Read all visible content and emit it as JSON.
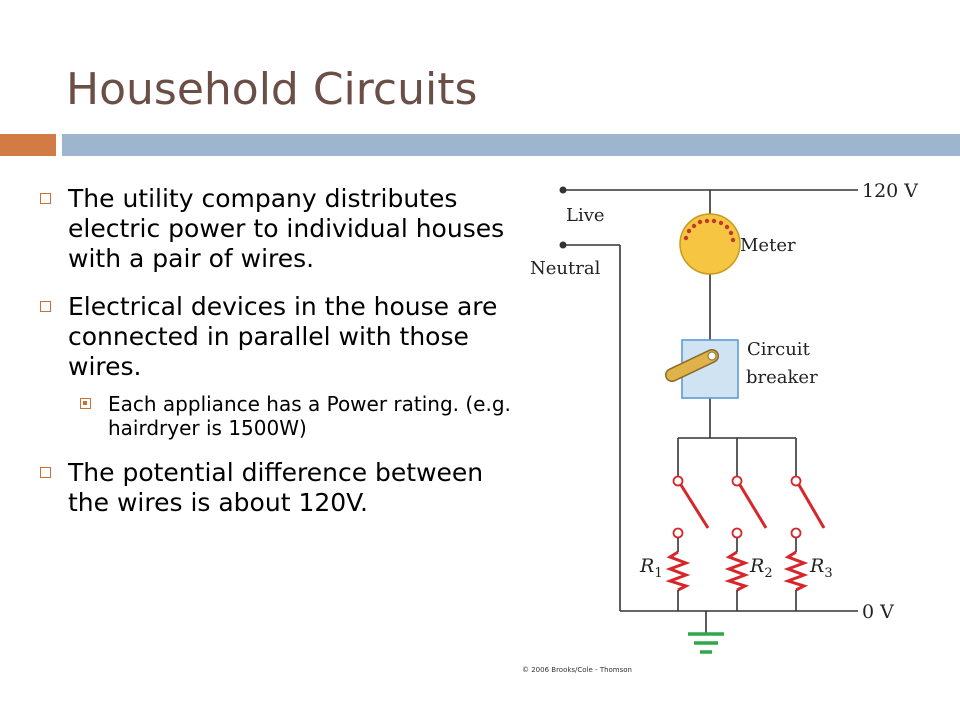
{
  "slide": {
    "title": "Household Circuits",
    "bullets": [
      {
        "text": "The utility company distributes electric power to individual houses with a pair of wires."
      },
      {
        "text": "Electrical devices in the house are connected in parallel with those wires.",
        "sub": [
          "Each appliance has a Power rating. (e.g. hairdryer is 1500W)"
        ]
      },
      {
        "text": "The potential difference between the wires is about 120V."
      }
    ]
  },
  "diagram": {
    "label_top_voltage": "120 V",
    "label_live": "Live",
    "label_neutral": "Neutral",
    "label_meter": "Meter",
    "label_breaker_1": "Circuit",
    "label_breaker_2": "breaker",
    "label_bottom_voltage": "0 V",
    "resistors": [
      "R",
      "R",
      "R"
    ],
    "resistor_subs": [
      "1",
      "2",
      "3"
    ],
    "copyright": "© 2006 Brooks/Cole - Thomson",
    "colors": {
      "wire": "#333333",
      "meter_fill": "#f6c542",
      "meter_dots": "#c0392b",
      "breaker_fill": "#cfe3f2",
      "breaker_border": "#5b9bd5",
      "breaker_handle": "#e0b24a",
      "switch": "#d7262a",
      "resistor": "#d7262a",
      "ground": "#2ea84a"
    }
  }
}
